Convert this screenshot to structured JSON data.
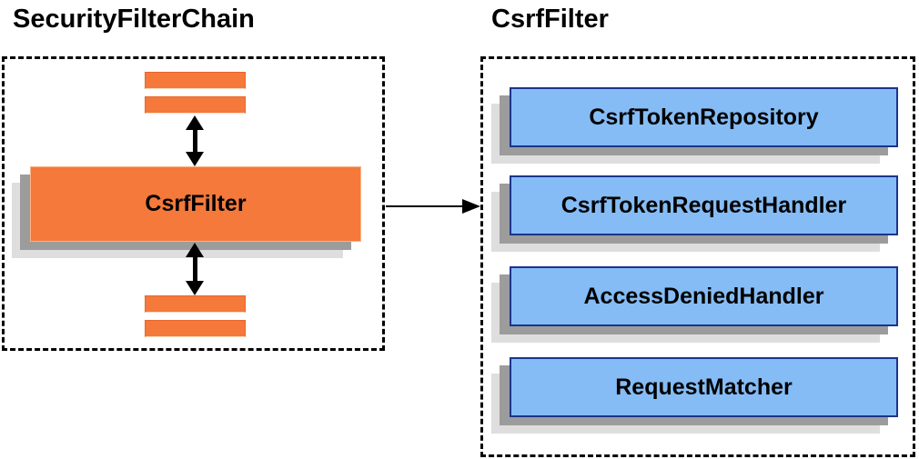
{
  "colors": {
    "page_bg": "#FFFFFF",
    "orange": "#F4793B",
    "orange_border": "#E8662A",
    "blue": "#85BCF5",
    "blue_border": "#1B348C",
    "shadow_dark": "#9C9C9C",
    "shadow_light": "#DEDEDE",
    "arrow": "#000000",
    "text": "#000000"
  },
  "left_panel": {
    "title": "SecurityFilterChain",
    "filter_box_label": "CsrfFilter",
    "filter_bars_above": 2,
    "filter_bars_below": 2
  },
  "right_panel": {
    "title": "CsrfFilter",
    "components": [
      {
        "label": "CsrfTokenRepository"
      },
      {
        "label": "CsrfTokenRequestHandler"
      },
      {
        "label": "AccessDeniedHandler"
      },
      {
        "label": "RequestMatcher"
      }
    ]
  },
  "connector": {
    "from": "CsrfFilter",
    "to": "CsrfFilter components",
    "direction": "right"
  }
}
